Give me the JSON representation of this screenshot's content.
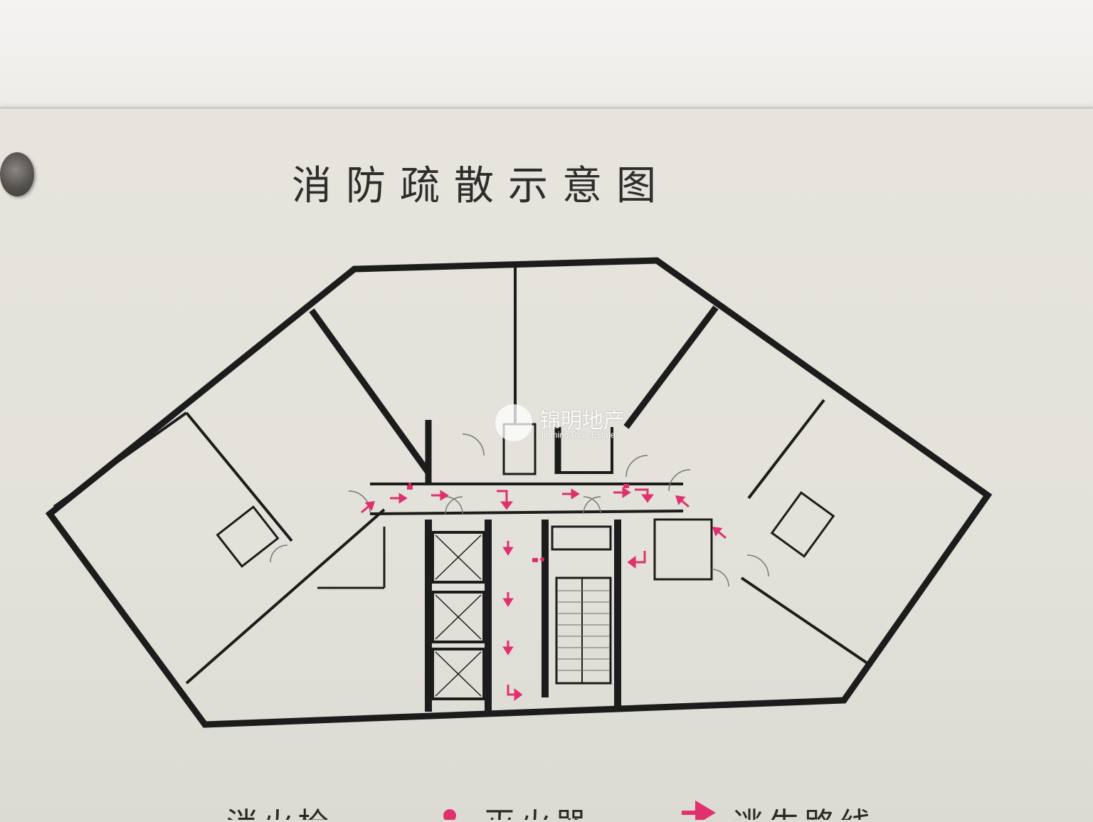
{
  "sign": {
    "title": "消防疏散示意图",
    "watermark": {
      "name_cn": "锦明地产",
      "name_en": "Jinming Real Estate"
    },
    "legend": [
      {
        "label": "消火栓",
        "icon": "hydrant-icon"
      },
      {
        "label": "灭火器",
        "icon": "extinguisher-dot-icon"
      },
      {
        "label": "逃生路线",
        "icon": "escape-arrow-icon"
      }
    ]
  },
  "colors": {
    "wall_line": "#1c1c1c",
    "escape_route": "#e0306e",
    "board": "#e4e3dc"
  }
}
